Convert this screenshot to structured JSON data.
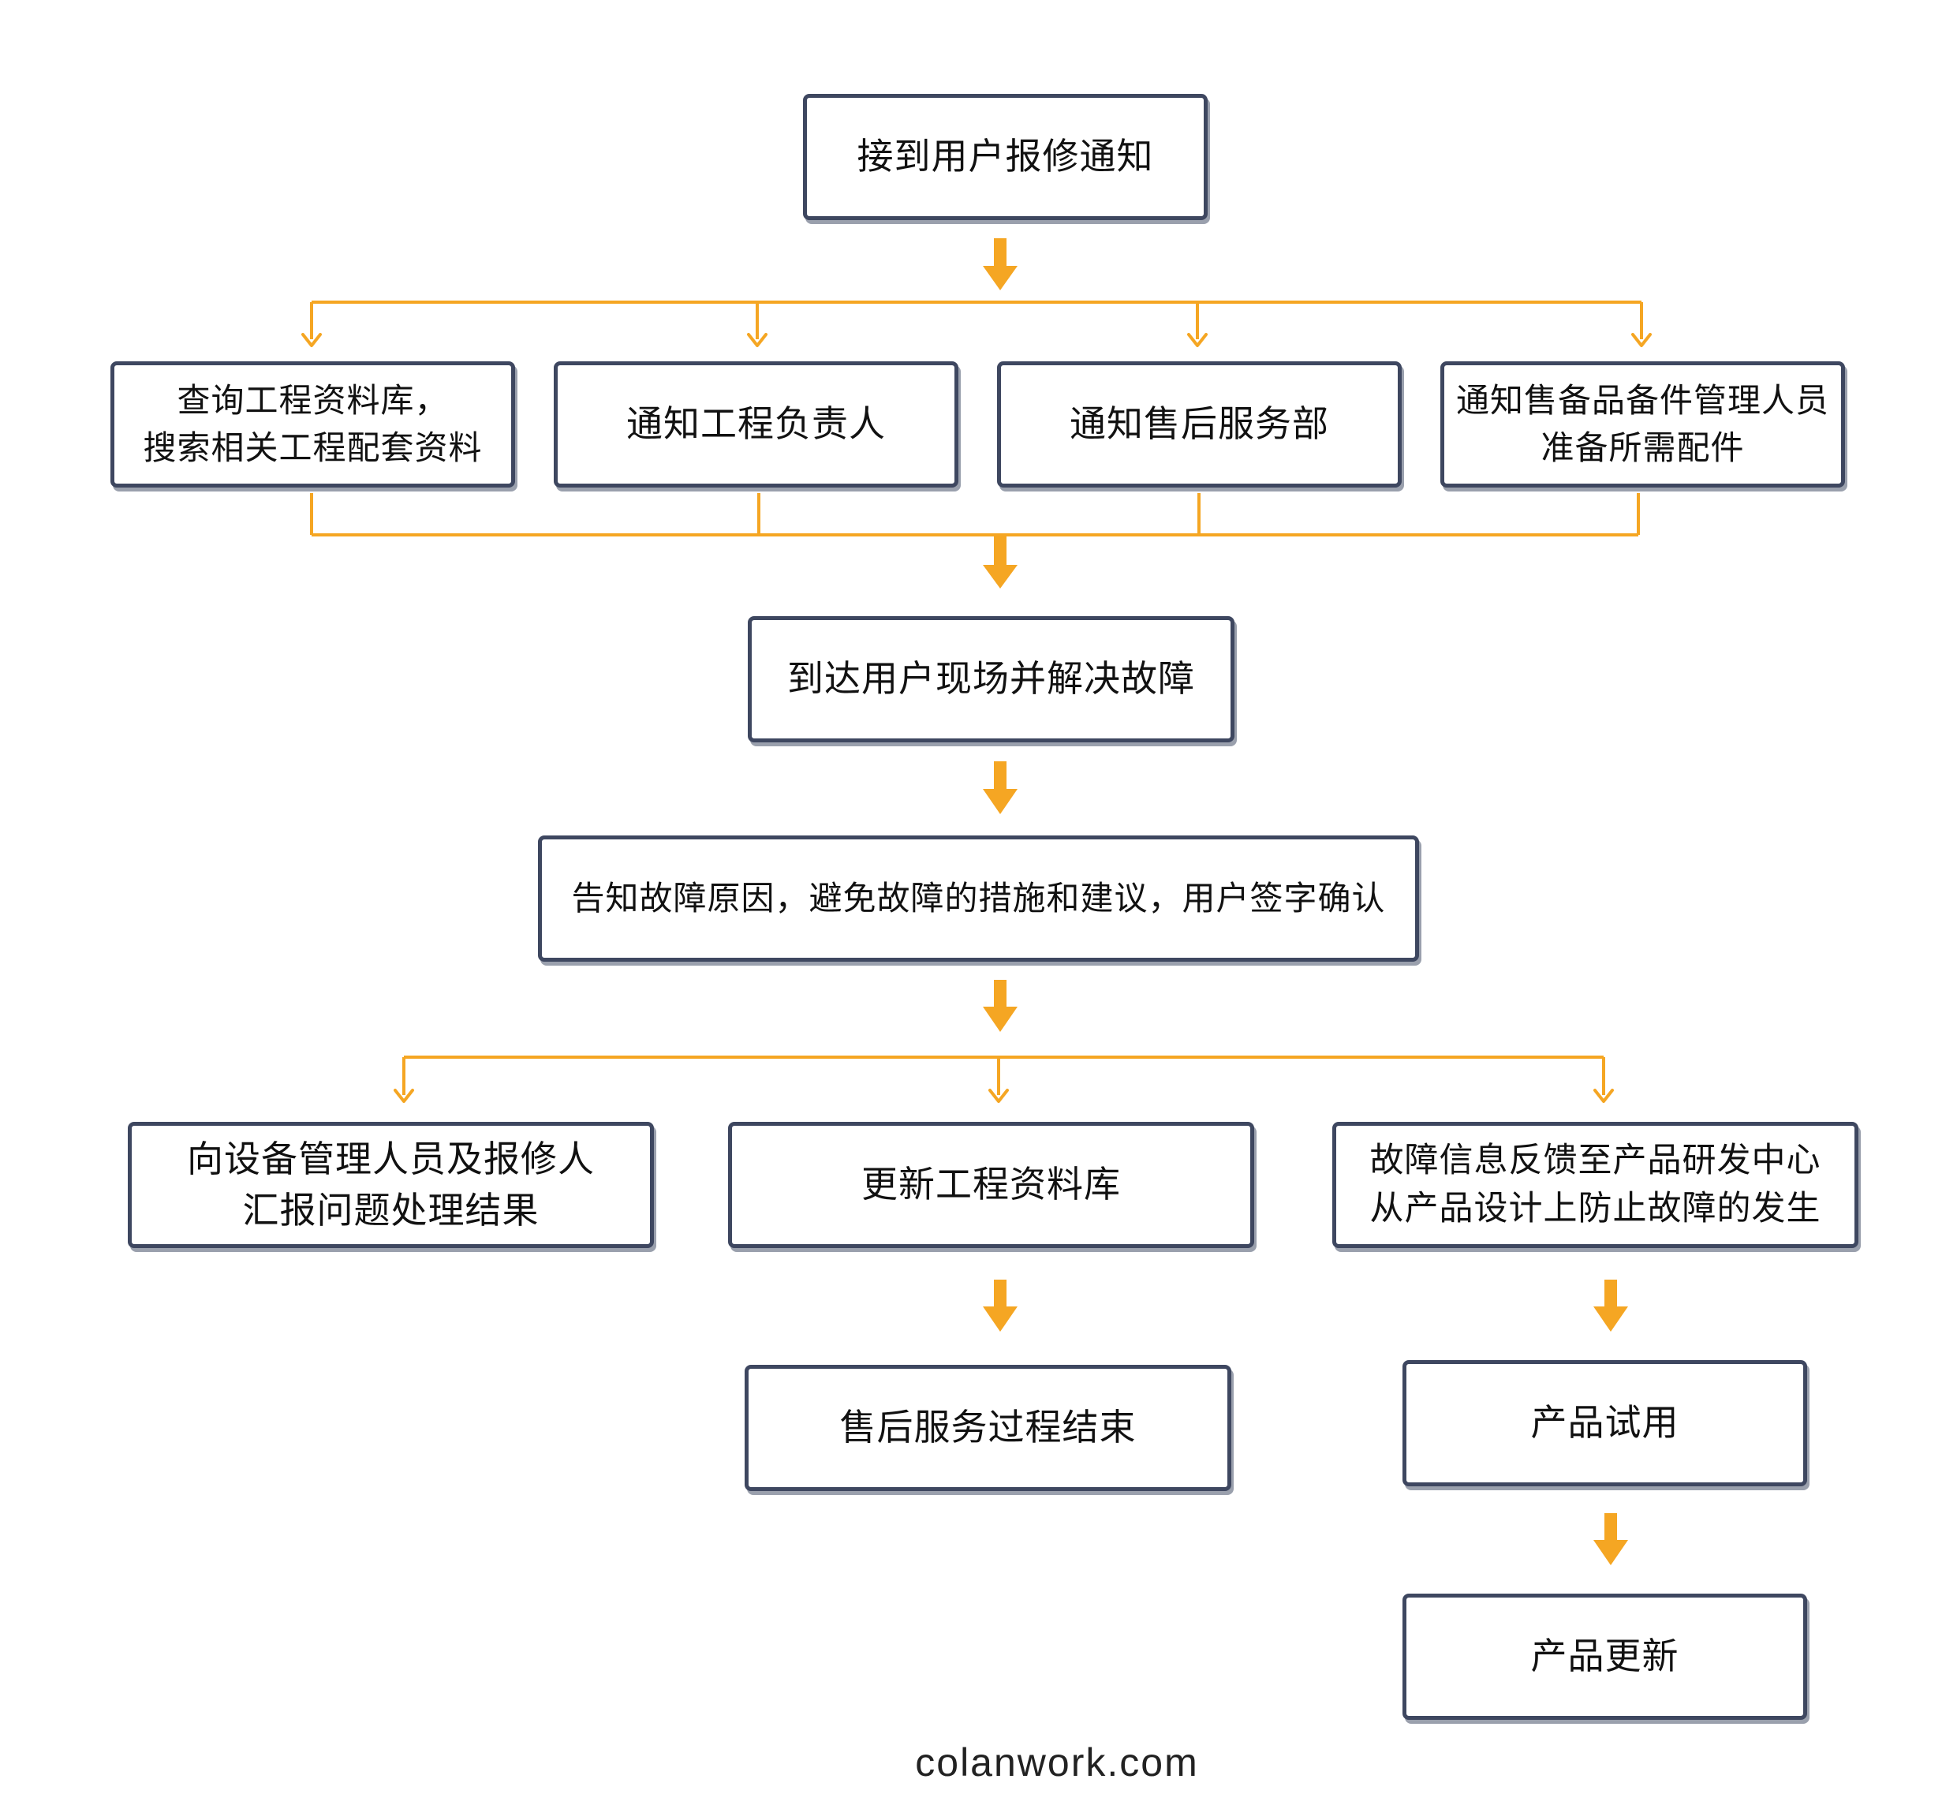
{
  "nodes": {
    "receive": [
      "接到用户报修通知"
    ],
    "query_db": [
      "查询工程资料库，",
      "搜索相关工程配套资料"
    ],
    "notify_engineer": [
      "通知工程负责人"
    ],
    "notify_service": [
      "通知售后服务部"
    ],
    "notify_parts": [
      "通知售备品备件管理人员",
      "准备所需配件"
    ],
    "onsite": [
      "到达用户现场并解决故障"
    ],
    "inform": [
      "告知故障原因，避免故障的措施和建议，用户签字确认"
    ],
    "report": [
      "向设备管理人员及报修人",
      "汇报问题处理结果"
    ],
    "update_db": [
      "更新工程资料库"
    ],
    "feedback": [
      "故障信息反馈至产品研发中心",
      "从产品设计上防止故障的发生"
    ],
    "end": [
      "售后服务过程结束"
    ],
    "trial": [
      "产品试用"
    ],
    "product_update": [
      "产品更新"
    ]
  },
  "footer": "colanwork.com",
  "colors": {
    "arrow": "#f5a623",
    "border": "#3e4760"
  }
}
